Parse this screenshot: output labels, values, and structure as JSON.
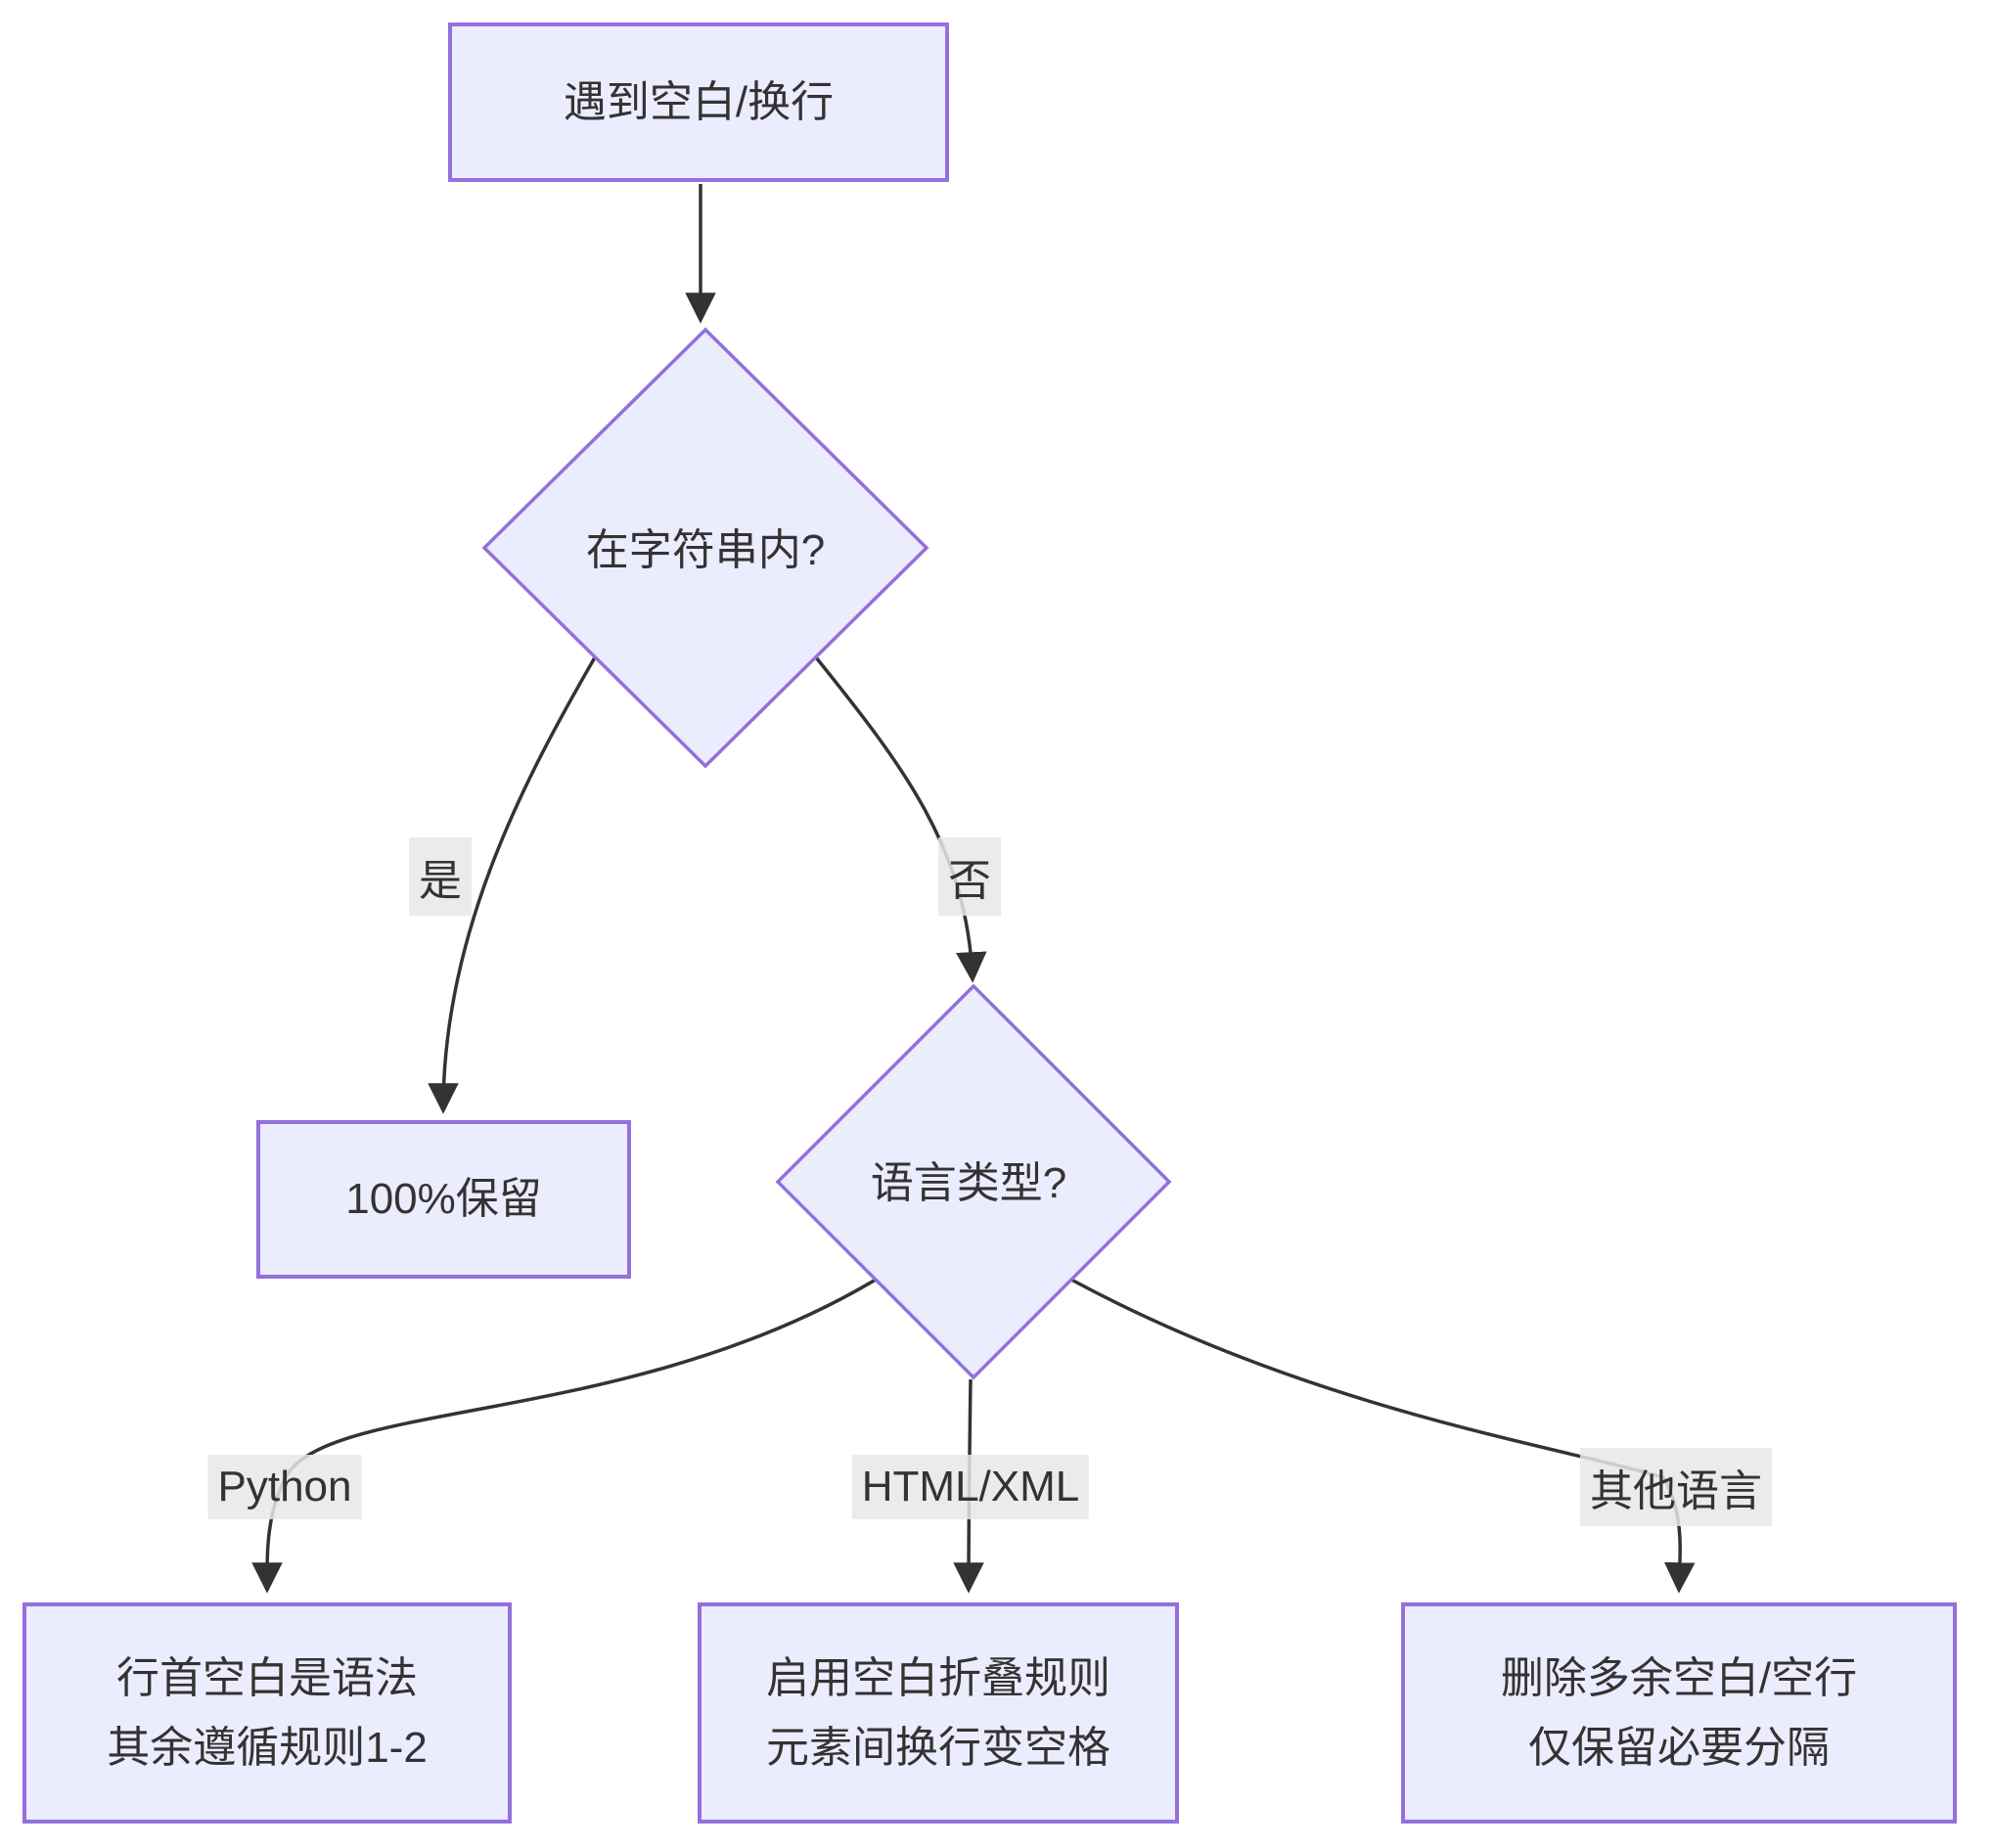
{
  "diagram": {
    "type": "flowchart",
    "direction": "top-down",
    "nodes": {
      "start": {
        "shape": "rectangle",
        "label": "遇到空白/换行"
      },
      "in_string": {
        "shape": "diamond",
        "label": "在字符串内?"
      },
      "keep_all": {
        "shape": "rectangle",
        "label": "100%保留"
      },
      "lang_type": {
        "shape": "diamond",
        "label": "语言类型?"
      },
      "python_rule": {
        "shape": "rectangle",
        "lines": [
          "行首空白是语法",
          "其余遵循规则1-2"
        ]
      },
      "html_rule": {
        "shape": "rectangle",
        "lines": [
          "启用空白折叠规则",
          "元素间换行变空格"
        ]
      },
      "other_rule": {
        "shape": "rectangle",
        "lines": [
          "删除多余空白/空行",
          "仅保留必要分隔"
        ]
      }
    },
    "edges": [
      {
        "from": "start",
        "to": "in_string",
        "label": ""
      },
      {
        "from": "in_string",
        "to": "keep_all",
        "label": "是"
      },
      {
        "from": "in_string",
        "to": "lang_type",
        "label": "否"
      },
      {
        "from": "lang_type",
        "to": "python_rule",
        "label": "Python"
      },
      {
        "from": "lang_type",
        "to": "html_rule",
        "label": "HTML/XML"
      },
      {
        "from": "lang_type",
        "to": "other_rule",
        "label": "其他语言"
      }
    ],
    "colors": {
      "node_fill": "#ECECFF",
      "node_border": "#9370DB",
      "edge": "#333333",
      "edge_label_bg": "rgba(232,232,232,0.85)",
      "text": "#333333",
      "background": "#ffffff"
    }
  }
}
